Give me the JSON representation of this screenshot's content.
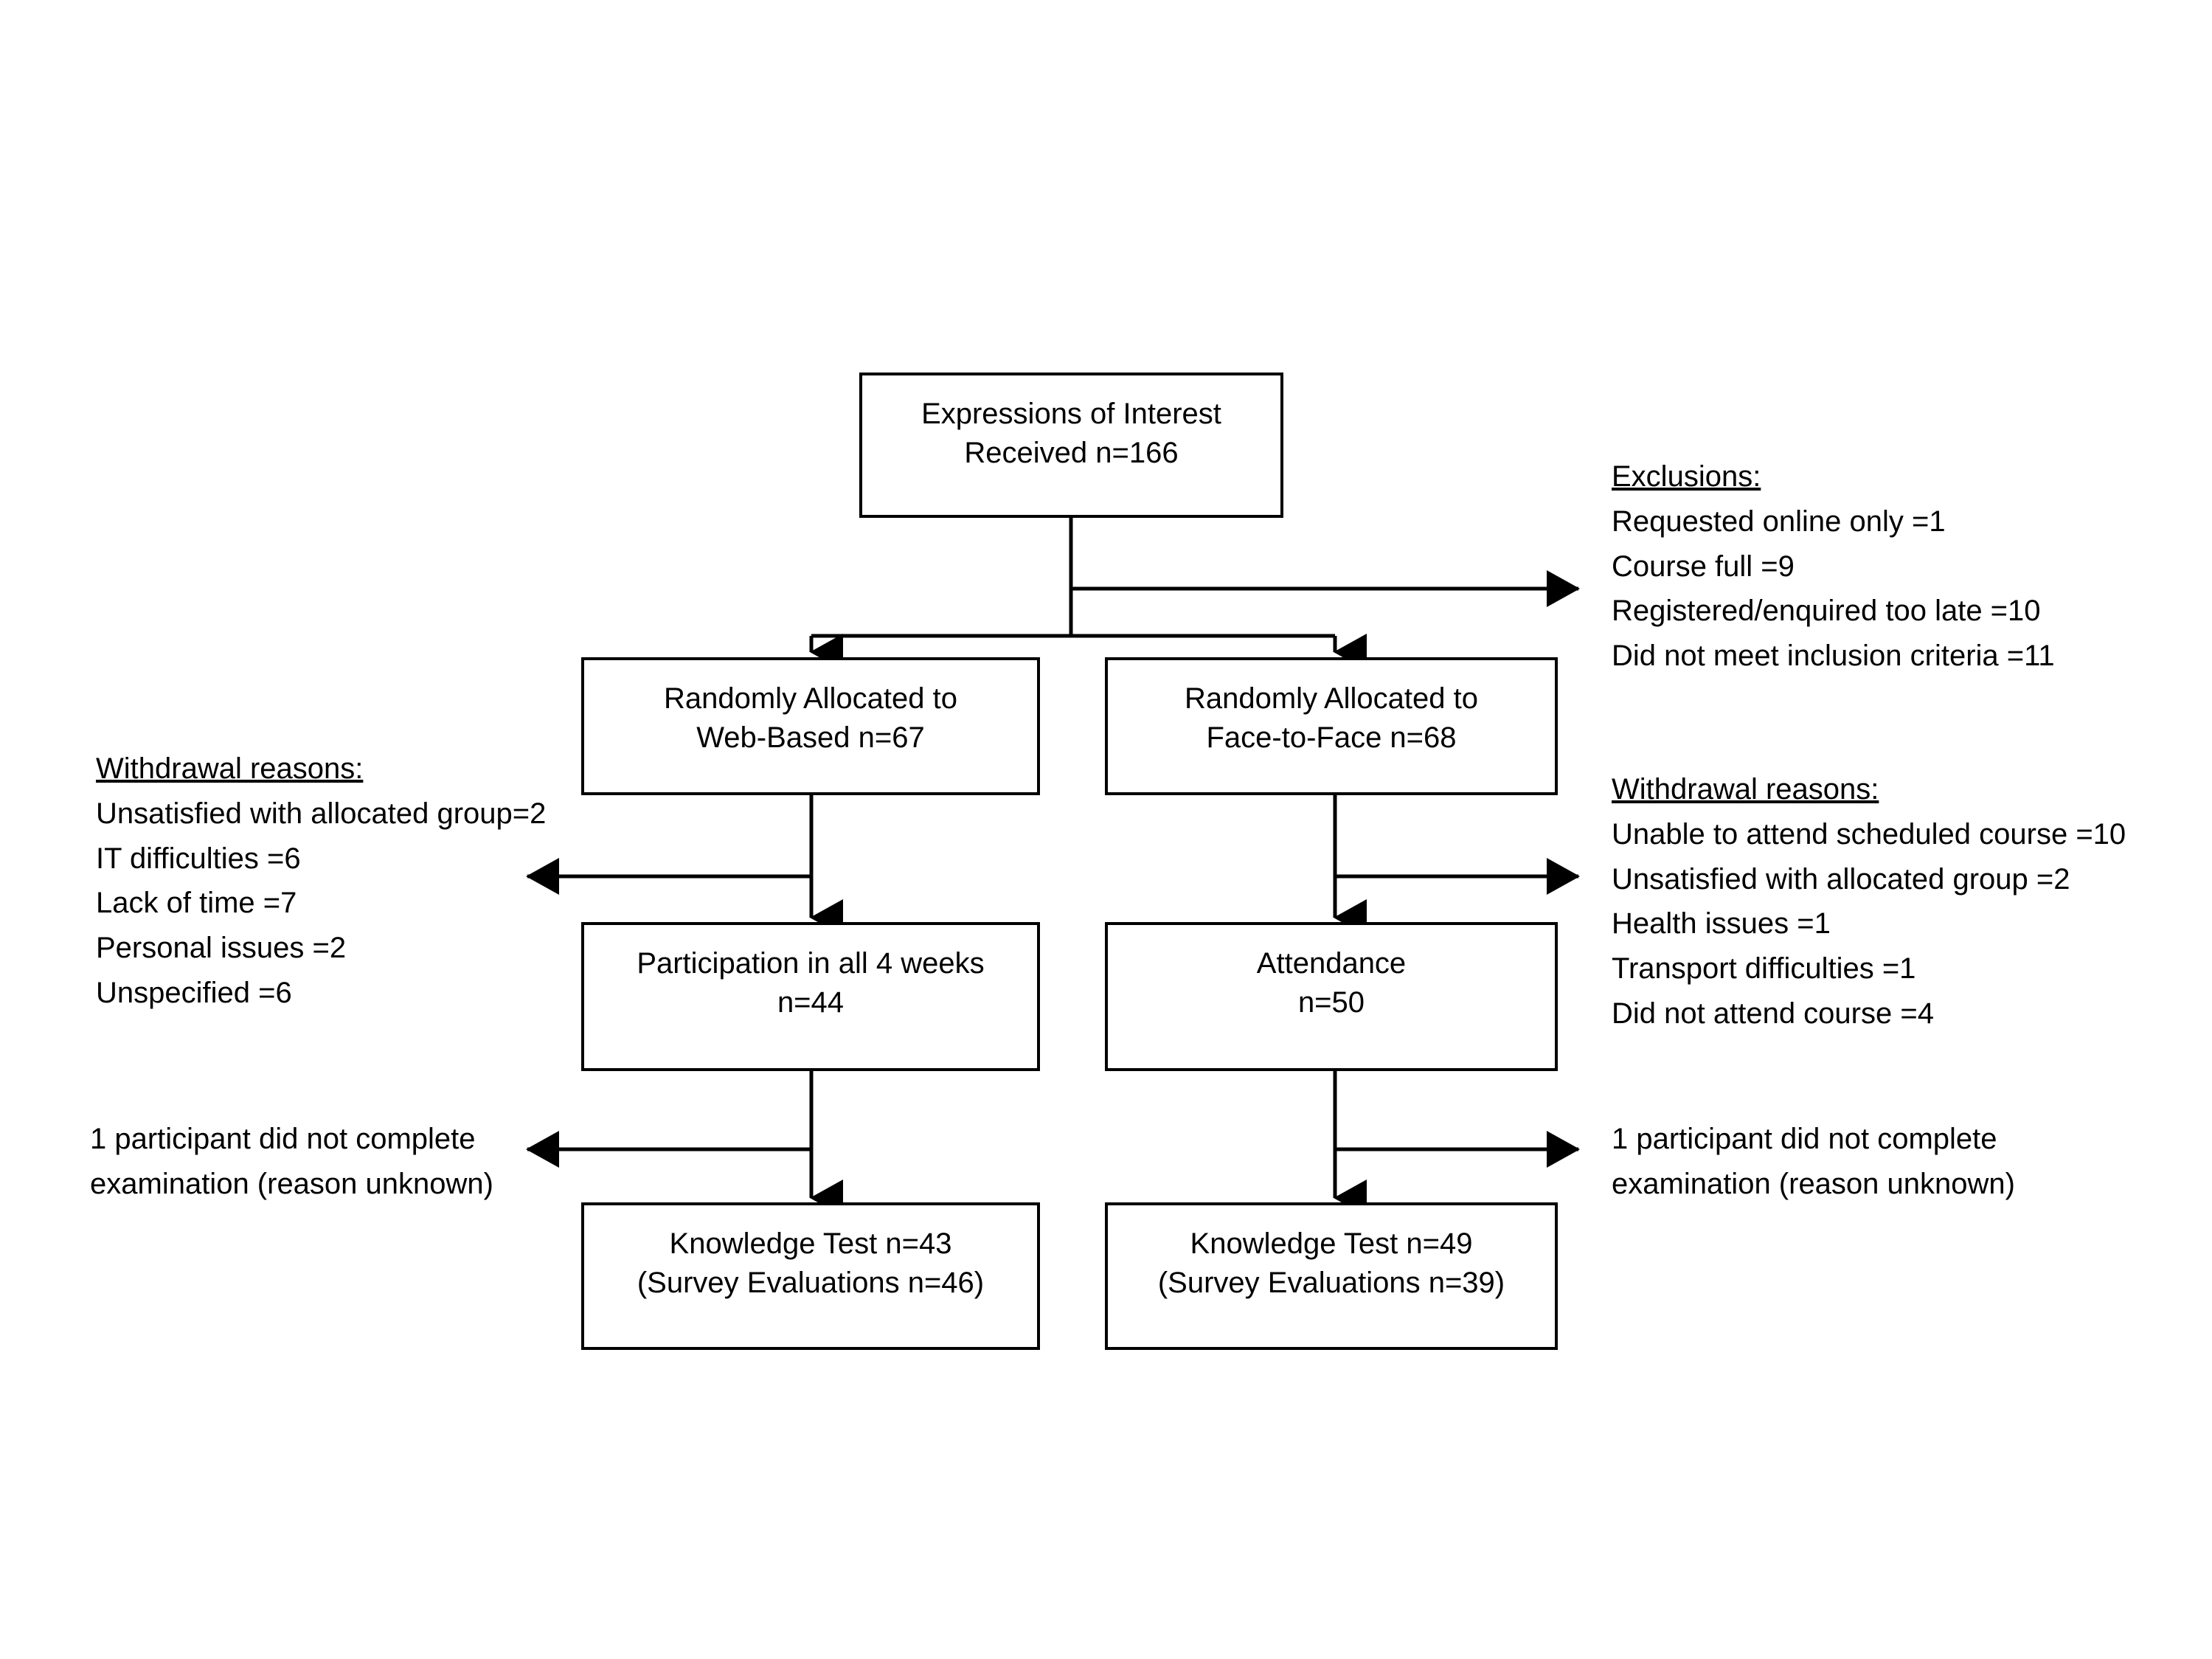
{
  "diagram": {
    "type": "consort-flow",
    "background": "#ffffff",
    "stroke": "#000000",
    "boxes": {
      "enrollment": {
        "line1": "Expressions of Interest",
        "line2": "Received n=166"
      },
      "alloc_web": {
        "line1": "Randomly Allocated to",
        "line2": "Web-Based n=67"
      },
      "alloc_f2f": {
        "line1": "Randomly Allocated to",
        "line2": "Face-to-Face n=68"
      },
      "followup_web": {
        "line1": "Participation in all 4 weeks",
        "line2": "n=44"
      },
      "followup_f2f": {
        "line1": "Attendance",
        "line2": "n=50"
      },
      "analysis_web": {
        "line1": "Knowledge Test n=43",
        "line2": "(Survey Evaluations n=46)"
      },
      "analysis_f2f": {
        "line1": "Knowledge Test n=49",
        "line2": "(Survey Evaluations n=39)"
      }
    },
    "exclusions": {
      "heading": "Exclusions:",
      "items": [
        "Requested online only =1",
        "Course full =9",
        "Registered/enquired too late =10",
        "Did not meet inclusion criteria =11"
      ]
    },
    "withdrawals_web": {
      "heading": "Withdrawal reasons:",
      "items": [
        "Unsatisfied with allocated group=2",
        "IT difficulties =6",
        "Lack of time =7",
        "Personal issues =2",
        "Unspecified =6"
      ]
    },
    "withdrawals_f2f": {
      "heading": "Withdrawal reasons:",
      "items": [
        "Unable to attend scheduled course =10",
        "Unsatisfied with allocated group =2",
        "Health issues =1",
        "Transport difficulties =1",
        "Did not attend course =4"
      ]
    },
    "incomplete_web": {
      "line1": "1 participant did not complete",
      "line2": "examination (reason unknown)"
    },
    "incomplete_f2f": {
      "line1": "1 participant did not complete",
      "line2": "examination (reason unknown)"
    }
  }
}
